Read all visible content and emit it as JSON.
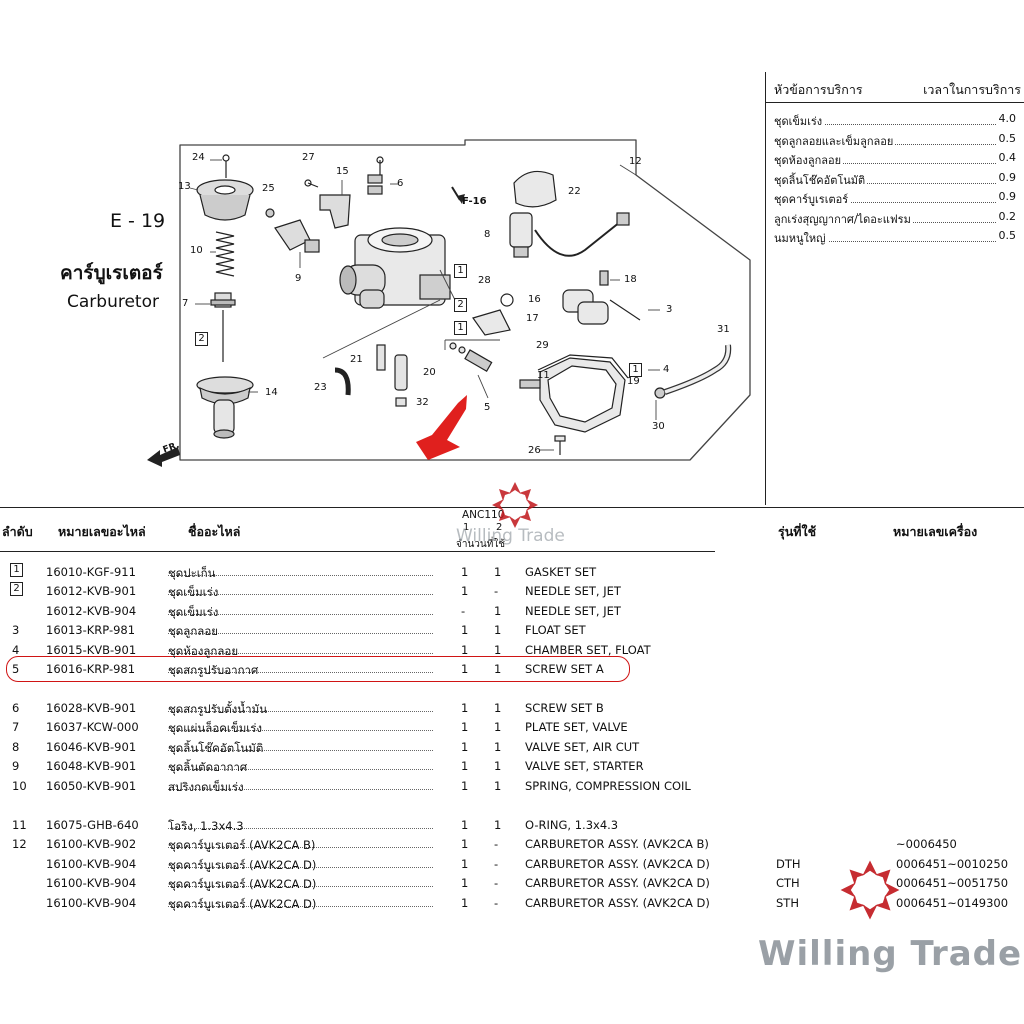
{
  "diagram": {
    "code": "E - 19",
    "title_th": "คาร์บูเรเตอร์",
    "title_en": "Carburetor",
    "ref": "F-16",
    "direction": "FR.",
    "callouts": [
      "24",
      "13",
      "25",
      "27",
      "15",
      "6",
      "12",
      "22",
      "10",
      "9",
      "8",
      "28",
      "18",
      "7",
      "16",
      "3",
      "17",
      "2",
      "1",
      "29",
      "31",
      "21",
      "20",
      "4",
      "19",
      "23",
      "14",
      "32",
      "11",
      "5",
      "30",
      "26",
      "1",
      "2",
      "1"
    ]
  },
  "service": {
    "header_topic": "หัวข้อการบริการ",
    "header_time": "เวลาในการบริการ",
    "items": [
      {
        "name": "ชุดเข็มเร่ง",
        "time": "4.0"
      },
      {
        "name": "ชุดลูกลอยและเข็มลูกลอย",
        "time": "0.5"
      },
      {
        "name": "ชุดห้องลูกลอย",
        "time": "0.4"
      },
      {
        "name": "ชุดลิ้นโช๊คอัตโนมัติ",
        "time": "0.9"
      },
      {
        "name": "ชุดคาร์บูเรเตอร์",
        "time": "0.9"
      },
      {
        "name": "ลูกเร่งสุญญากาศ/ไดอะแฟรม",
        "time": "0.2"
      },
      {
        "name": "นมหนูใหญ่",
        "time": "0.5"
      }
    ]
  },
  "table": {
    "headers": {
      "no": "ลำดับ",
      "part_no": "หมายเลขอะไหล่",
      "name": "ชื่ออะไหล่",
      "model_code": "ANC110",
      "col1": "1",
      "col2": "2",
      "qty_used": "จำนวนที่ใช้",
      "model": "รุ่นที่ใช้",
      "engine_no": "หมายเลขเครื่อง"
    },
    "rows": [
      {
        "no": "1",
        "boxed": true,
        "part": "16010-KGF-911",
        "th": "ชุดปะเก็น",
        "q1": "1",
        "q2": "1",
        "en": "GASKET SET",
        "model": "",
        "serial": ""
      },
      {
        "no": "2",
        "boxed": true,
        "part": "16012-KVB-901",
        "th": "ชุดเข็มเร่ง",
        "q1": "1",
        "q2": "-",
        "en": "NEEDLE SET, JET",
        "model": "",
        "serial": ""
      },
      {
        "no": "",
        "boxed": false,
        "part": "16012-KVB-904",
        "th": "ชุดเข็มเร่ง",
        "q1": "-",
        "q2": "1",
        "en": "NEEDLE SET, JET",
        "model": "",
        "serial": ""
      },
      {
        "no": "3",
        "boxed": false,
        "part": "16013-KRP-981",
        "th": "ชุดลูกลอย",
        "q1": "1",
        "q2": "1",
        "en": "FLOAT SET",
        "model": "",
        "serial": ""
      },
      {
        "no": "4",
        "boxed": false,
        "part": "16015-KVB-901",
        "th": "ชุดห้องลูกลอย",
        "q1": "1",
        "q2": "1",
        "en": "CHAMBER SET, FLOAT",
        "model": "",
        "serial": ""
      },
      {
        "no": "5",
        "boxed": false,
        "part": "16016-KRP-981",
        "th": "ชุดสกรูปรับอากาศ",
        "q1": "1",
        "q2": "1",
        "en": "SCREW SET A",
        "model": "",
        "serial": ""
      },
      {
        "no": "6",
        "boxed": false,
        "part": "16028-KVB-901",
        "th": "ชุดสกรูปรับตั้งน้ำมัน",
        "q1": "1",
        "q2": "1",
        "en": "SCREW SET B",
        "model": "",
        "serial": ""
      },
      {
        "no": "7",
        "boxed": false,
        "part": "16037-KCW-000",
        "th": "ชุดแผ่นล็อคเข็มเร่ง",
        "q1": "1",
        "q2": "1",
        "en": "PLATE SET, VALVE",
        "model": "",
        "serial": ""
      },
      {
        "no": "8",
        "boxed": false,
        "part": "16046-KVB-901",
        "th": "ชุดลิ้นโช๊คอัตโนมัติ",
        "q1": "1",
        "q2": "1",
        "en": "VALVE SET, AIR CUT",
        "model": "",
        "serial": ""
      },
      {
        "no": "9",
        "boxed": false,
        "part": "16048-KVB-901",
        "th": "ชุดลิ้นตัดอากาศ",
        "q1": "1",
        "q2": "1",
        "en": "VALVE SET, STARTER",
        "model": "",
        "serial": ""
      },
      {
        "no": "10",
        "boxed": false,
        "part": "16050-KVB-901",
        "th": "สปริงกดเข็มเร่ง",
        "q1": "1",
        "q2": "1",
        "en": "SPRING, COMPRESSION COIL",
        "model": "",
        "serial": ""
      },
      {
        "no": "11",
        "boxed": false,
        "part": "16075-GHB-640",
        "th": "โอริง, 1.3x4.3",
        "q1": "1",
        "q2": "1",
        "en": "O-RING, 1.3x4.3",
        "model": "",
        "serial": ""
      },
      {
        "no": "12",
        "boxed": false,
        "part": "16100-KVB-902",
        "th": "ชุดคาร์บูเรเตอร์ (AVK2CA B)",
        "q1": "1",
        "q2": "-",
        "en": "CARBURETOR ASSY. (AVK2CA B)",
        "model": "",
        "serial": "~0006450"
      },
      {
        "no": "",
        "boxed": false,
        "part": "16100-KVB-904",
        "th": "ชุดคาร์บูเรเตอร์ (AVK2CA D)",
        "q1": "1",
        "q2": "-",
        "en": "CARBURETOR ASSY. (AVK2CA D)",
        "model": "DTH",
        "serial": "0006451~0010250"
      },
      {
        "no": "",
        "boxed": false,
        "part": "16100-KVB-904",
        "th": "ชุดคาร์บูเรเตอร์ (AVK2CA D)",
        "q1": "1",
        "q2": "-",
        "en": "CARBURETOR ASSY. (AVK2CA D)",
        "model": "CTH",
        "serial": "0006451~0051750"
      },
      {
        "no": "",
        "boxed": false,
        "part": "16100-KVB-904",
        "th": "ชุดคาร์บูเรเตอร์ (AVK2CA D)",
        "q1": "1",
        "q2": "-",
        "en": "CARBURETOR ASSY. (AVK2CA D)",
        "model": "STH",
        "serial": "0006451~0149300"
      }
    ]
  },
  "watermark": {
    "brand": "Willing Trade",
    "color": "#c0161b"
  },
  "colors": {
    "highlight": "#d01414",
    "arrow": "#e0201e"
  }
}
